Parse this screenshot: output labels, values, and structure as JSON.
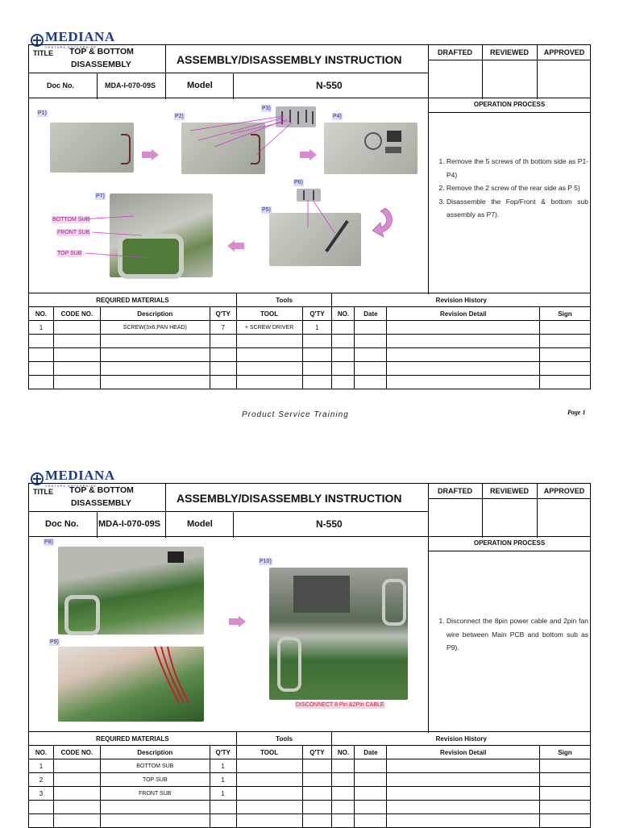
{
  "logo": {
    "name": "MEDIANA",
    "tagline": "VENTURE ENTERPRISE"
  },
  "pages": [
    {
      "header": {
        "title_label": "TITLE",
        "title_line1": "TOP & BOTTOM",
        "title_line2": "DISASSEMBLY",
        "doc_title": "ASSEMBLY/DISASSEMBLY INSTRUCTION",
        "drafted": "DRAFTED",
        "reviewed": "REVIEWED",
        "approved": "APPROVED",
        "doc_no_label": "Doc No.",
        "doc_no": "MDA-I-070-09S",
        "model_label": "Model",
        "model": "N-550"
      },
      "operation_title": "OPERATION PROCESS",
      "photo_labels": [
        "P1)",
        "P2)",
        "P3)",
        "P4)",
        "P5)",
        "P6)",
        "P7)"
      ],
      "callouts": [
        "BOTTOM SUB",
        "FRONT SUB",
        "TOP SUB"
      ],
      "steps": [
        "Remove the 5 screws of th bottom side as P1- P4)",
        "Remove the 2 screw of the rear side as P 5)",
        "Disassemble the Fop/Front & bottom sub assembly as P7)."
      ],
      "materials": {
        "section_required": "REQUIRED MATERIALS",
        "section_tools": "Tools",
        "section_revision": "Revision History",
        "headers": [
          "NO.",
          "CODE NO.",
          "Description",
          "Q'TY",
          "TOOL",
          "Q'TY",
          "NO.",
          "Date",
          "Revision Detail",
          "Sign"
        ],
        "rows": [
          [
            "1",
            "",
            "SCREW(3x6,PAN HEAD)",
            "7",
            "+ SCREW DRIVER",
            "1",
            "",
            "",
            "",
            ""
          ],
          [
            "",
            "",
            "",
            "",
            "",
            "",
            "",
            "",
            "",
            ""
          ],
          [
            "",
            "",
            "",
            "",
            "",
            "",
            "",
            "",
            "",
            ""
          ],
          [
            "",
            "",
            "",
            "",
            "",
            "",
            "",
            "",
            "",
            ""
          ],
          [
            "",
            "",
            "",
            "",
            "",
            "",
            "",
            "",
            "",
            ""
          ]
        ]
      },
      "footer": "Product Service Training",
      "page": "Page 1"
    },
    {
      "header": {
        "title_label": "TITLE",
        "title_line1": "TOP & BOTTOM",
        "title_line2": "DISASSEMBLY",
        "doc_title": "ASSEMBLY/DISASSEMBLY INSTRUCTION",
        "drafted": "DRAFTED",
        "reviewed": "REVIEWED",
        "approved": "APPROVED",
        "doc_no_label": "Doc No.",
        "doc_no": "MDA-I-070-09S",
        "model_label": "Model",
        "model": "N-550"
      },
      "operation_title": "OPERATION PROCESS",
      "photo_labels": [
        "P8)",
        "P9)",
        "P10)"
      ],
      "callout": "DISCONNECT 8 Pin &2Pin CABLE",
      "steps": [
        "Disconnect the 8pin power cable and 2pin fan wire between Main PCB and bottom sub as P9)."
      ],
      "materials": {
        "section_required": "REQUIRED MATERIALS",
        "section_tools": "Tools",
        "section_revision": "Revision History",
        "headers": [
          "NO.",
          "CODE NO.",
          "Description",
          "Q'TY",
          "TOOL",
          "Q'TY",
          "NO.",
          "Date",
          "Revision Detail",
          "Sign"
        ],
        "rows": [
          [
            "1",
            "",
            "BOTTOM SUB",
            "1",
            "",
            "",
            "",
            "",
            "",
            ""
          ],
          [
            "2",
            "",
            "TOP SUB",
            "1",
            "",
            "",
            "",
            "",
            "",
            ""
          ],
          [
            "3",
            "",
            "FRONT SUB",
            "1",
            "",
            "",
            "",
            "",
            "",
            ""
          ],
          [
            "",
            "",
            "",
            "",
            "",
            "",
            "",
            "",
            "",
            ""
          ],
          [
            "",
            "",
            "",
            "",
            "",
            "",
            "",
            "",
            "",
            ""
          ]
        ]
      }
    }
  ]
}
